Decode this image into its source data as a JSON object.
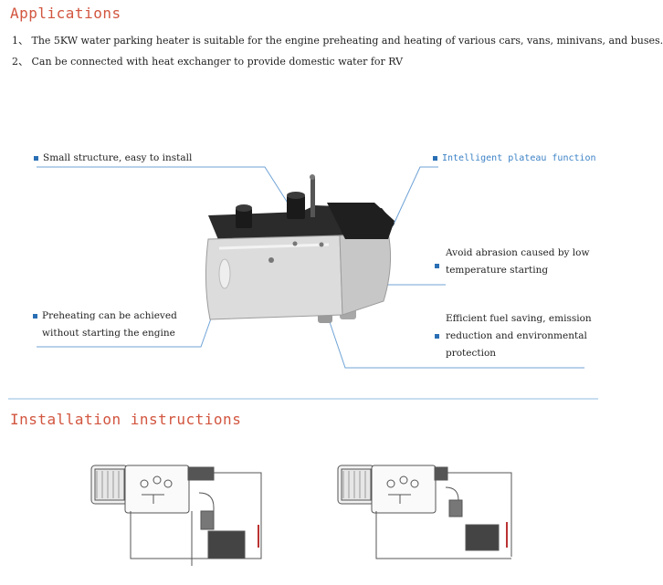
{
  "applications": {
    "title": "Applications",
    "items": [
      "1、 The 5KW water parking heater is suitable for the engine preheating and heating of various cars, vans, minivans, and buses.",
      "2、 Can be connected with heat exchanger to provide domestic water for RV"
    ]
  },
  "features": {
    "small_structure": "Small structure, easy to install",
    "plateau": "Intelligent plateau function",
    "abrasion_line1": "Avoid abrasion caused by low",
    "abrasion_line2": "temperature starting",
    "preheat_line1": "Preheating can be achieved",
    "preheat_line2": "without starting the engine",
    "fuel_line1": "Efficient fuel saving, emission",
    "fuel_line2": "reduction and environmental",
    "fuel_line3": "protection"
  },
  "installation": {
    "title": "Installation instructions"
  },
  "colors": {
    "heading": "#d2553f",
    "bullet": "#2a6fb4",
    "callout_line": "#6fa3d6",
    "divider": "#8fbbe3"
  }
}
